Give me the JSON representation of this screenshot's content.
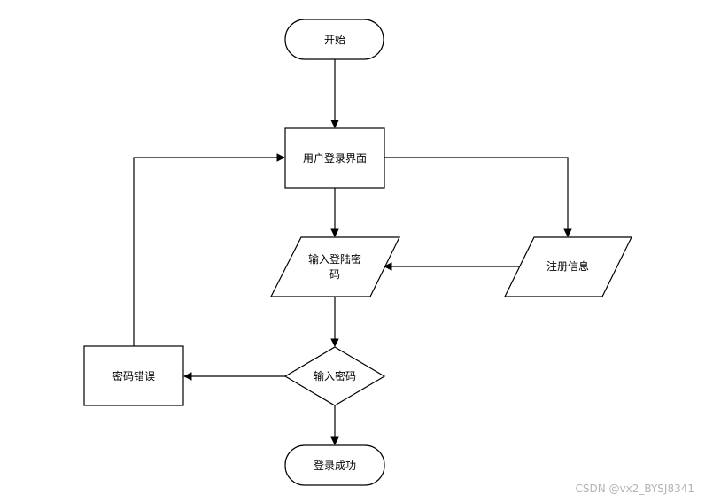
{
  "nodes": {
    "start": "开始",
    "login_ui": "用户登录界面",
    "input_login_line1": "输入登陆密",
    "input_login_line2": "码",
    "register": "注册信息",
    "check": "输入密码",
    "error": "密码错误",
    "success": "登录成功"
  },
  "watermark": "CSDN @vx2_BYSJ8341",
  "colors": {
    "stroke": "#000000",
    "fill": "#ffffff",
    "watermark": "#b3b3b3"
  }
}
